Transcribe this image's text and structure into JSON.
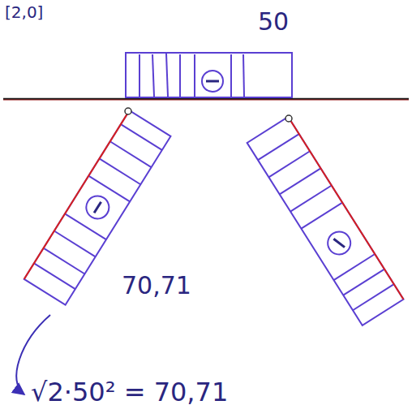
{
  "diagram": {
    "labels": [
      "[2,0]",
      "50",
      "70,71",
      "√2·50² = 70,71"
    ]
  }
}
